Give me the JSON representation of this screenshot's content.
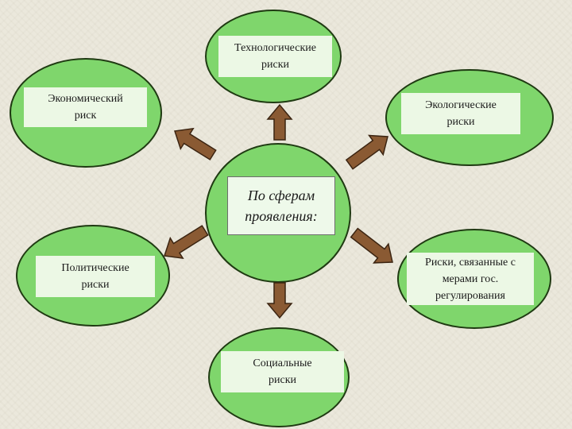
{
  "diagram": {
    "center": "По сферам\nпроявления:",
    "nodes": {
      "technological": "Технологические\nриски",
      "economic": "Экономический\nриск",
      "ecological": "Экологические\nриски",
      "political": "Политические\nриски",
      "regulation": "Риски, связанные с\nмерами гос.\nрегулирования",
      "social": "Социальные\nриски"
    },
    "colors": {
      "node_fill": "#7fd66c",
      "node_border": "#1f3a12",
      "label_fill": "#ecf8e5",
      "arrow_fill": "#8a5a33",
      "arrow_stroke": "#3b2411"
    }
  }
}
